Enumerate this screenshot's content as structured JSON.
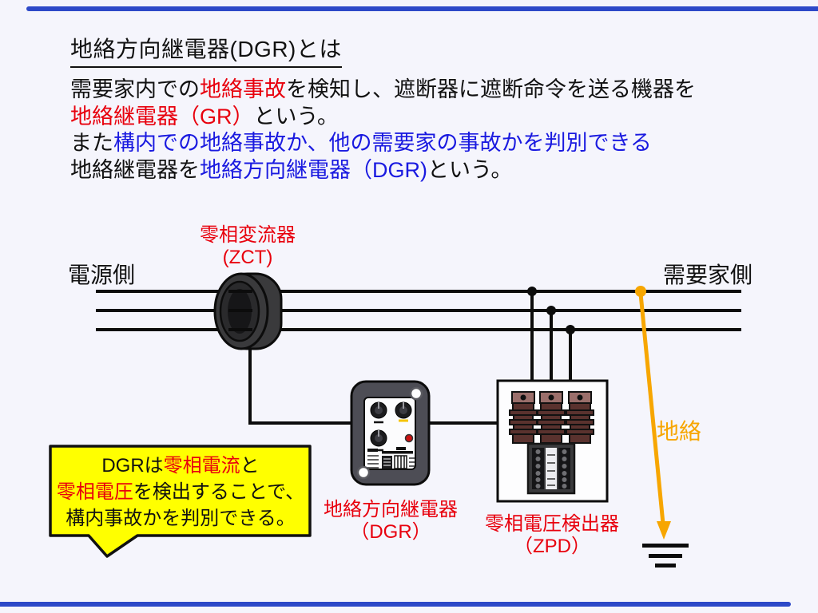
{
  "title": "地絡方向継電器(DGR)とは",
  "intro": {
    "l1a": "需要家内での",
    "l1b": "地絡事故",
    "l1c": "を検知し、遮断器に遮断命令を送る機器を",
    "l2a": "地絡継電器（GR）",
    "l2b": "という。",
    "l3a": "また",
    "l3b": "構内での地絡事故か、他の需要家の事故かを判別できる",
    "l4a": "地絡継電器を",
    "l4b": "地絡方向継電器（DGR)",
    "l4c": "という。"
  },
  "diagram": {
    "source_label": "電源側",
    "consumer_label": "需要家側",
    "zct_label_1": "零相変流器",
    "zct_label_2": "(ZCT)",
    "dgr_label_1": "地絡方向継電器",
    "dgr_label_2": "（DGR）",
    "zpd_label_1": "零相電圧検出器",
    "zpd_label_2": "（ZPD）",
    "fault_label": "地絡"
  },
  "callout": {
    "l1a": "DGRは",
    "l1b": "零相電流",
    "l1c": "と",
    "l2a": "零相電圧",
    "l2b": "を検出することで、",
    "l3": "構内事故かを判別できる。"
  },
  "colors": {
    "background": "#f5f5fc",
    "text_black": "#111111",
    "accent_red": "#e8000d",
    "accent_blue": "#1a1ae0",
    "accent_orange": "#f7a600",
    "callout_yellow": "#ffff00",
    "frame_blue": "#2d49c8"
  }
}
